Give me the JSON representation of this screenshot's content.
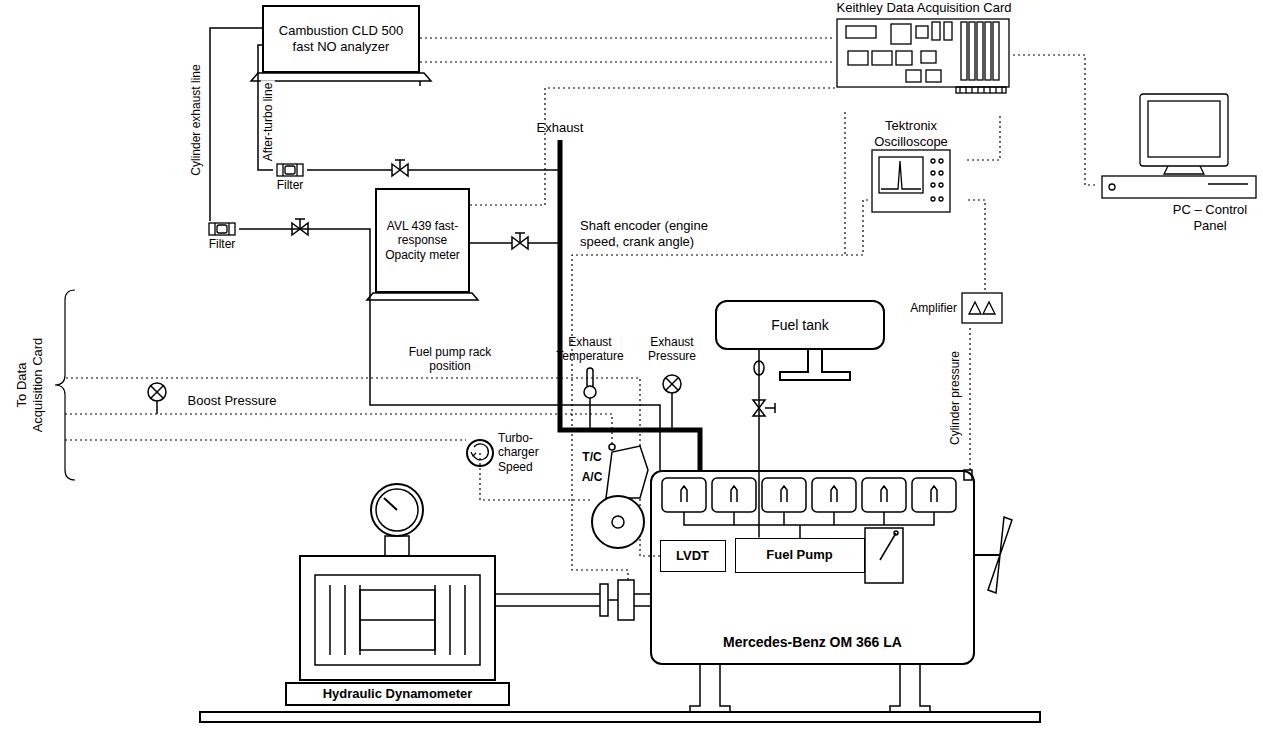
{
  "diagram": {
    "nodes": [
      {
        "text": [
          "Cambustion CLD 500 fast NO analyzer"
        ]
      },
      {
        "text": [
          "Keithley Data Acquisition Card"
        ]
      },
      {
        "text": [
          "PC – Control Panel"
        ]
      },
      {
        "text": [
          "Filter"
        ]
      },
      {
        "text": [
          "AVL 439 fast-response Opacity meter"
        ]
      },
      {
        "text": [
          "Filter"
        ]
      },
      {
        "text": [
          "Tektronix Oscilloscope"
        ]
      },
      {
        "text": [
          "Amplifier"
        ]
      },
      {
        "text": [
          "Fuel tank"
        ]
      },
      {
        "text": [
          "Turbo-charger Speed"
        ]
      },
      {
        "text": [
          "Mercedes-Benz OM 366 LA"
        ]
      },
      {
        "text": [
          "LVDT"
        ],
        "in": 10
      },
      {
        "text": [
          "Fuel Pump"
        ],
        "in": 10
      },
      {
        "text": [
          "Hydraulic Dynamometer"
        ]
      }
    ],
    "edges": [
      {
        "from": 0,
        "to": 1,
        "arrow": "none"
      },
      {
        "from": 0,
        "to": 1,
        "arrow": "none"
      },
      {
        "from": 1,
        "to": 2,
        "arrow": "none"
      },
      {
        "from": 3,
        "to": 0,
        "arrow": "none",
        "label": "After-turbo line"
      },
      {
        "from": 5,
        "to": 0,
        "arrow": "none",
        "label": "Cylinder exhaust line"
      },
      {
        "from": 10,
        "to": 5,
        "arrow": "none"
      },
      {
        "from": 4,
        "to": 1,
        "arrow": "none"
      },
      {
        "from": 6,
        "to": 1,
        "arrow": "none"
      },
      {
        "from": 7,
        "to": 6,
        "arrow": "none"
      },
      {
        "from": 10,
        "to": 7,
        "arrow": "none",
        "label": "Cylinder pressure"
      },
      {
        "from": 8,
        "to": 12,
        "arrow": "none"
      }
    ],
    "labels": [
      "Exhaust",
      "Shaft encoder (engine speed, crank angle)",
      "Exhaust Temperature",
      "Exhaust Pressure",
      "Fuel pump rack position",
      "Boost Pressure",
      "T/C",
      "A/C",
      "To Data Acquisition Card"
    ]
  }
}
